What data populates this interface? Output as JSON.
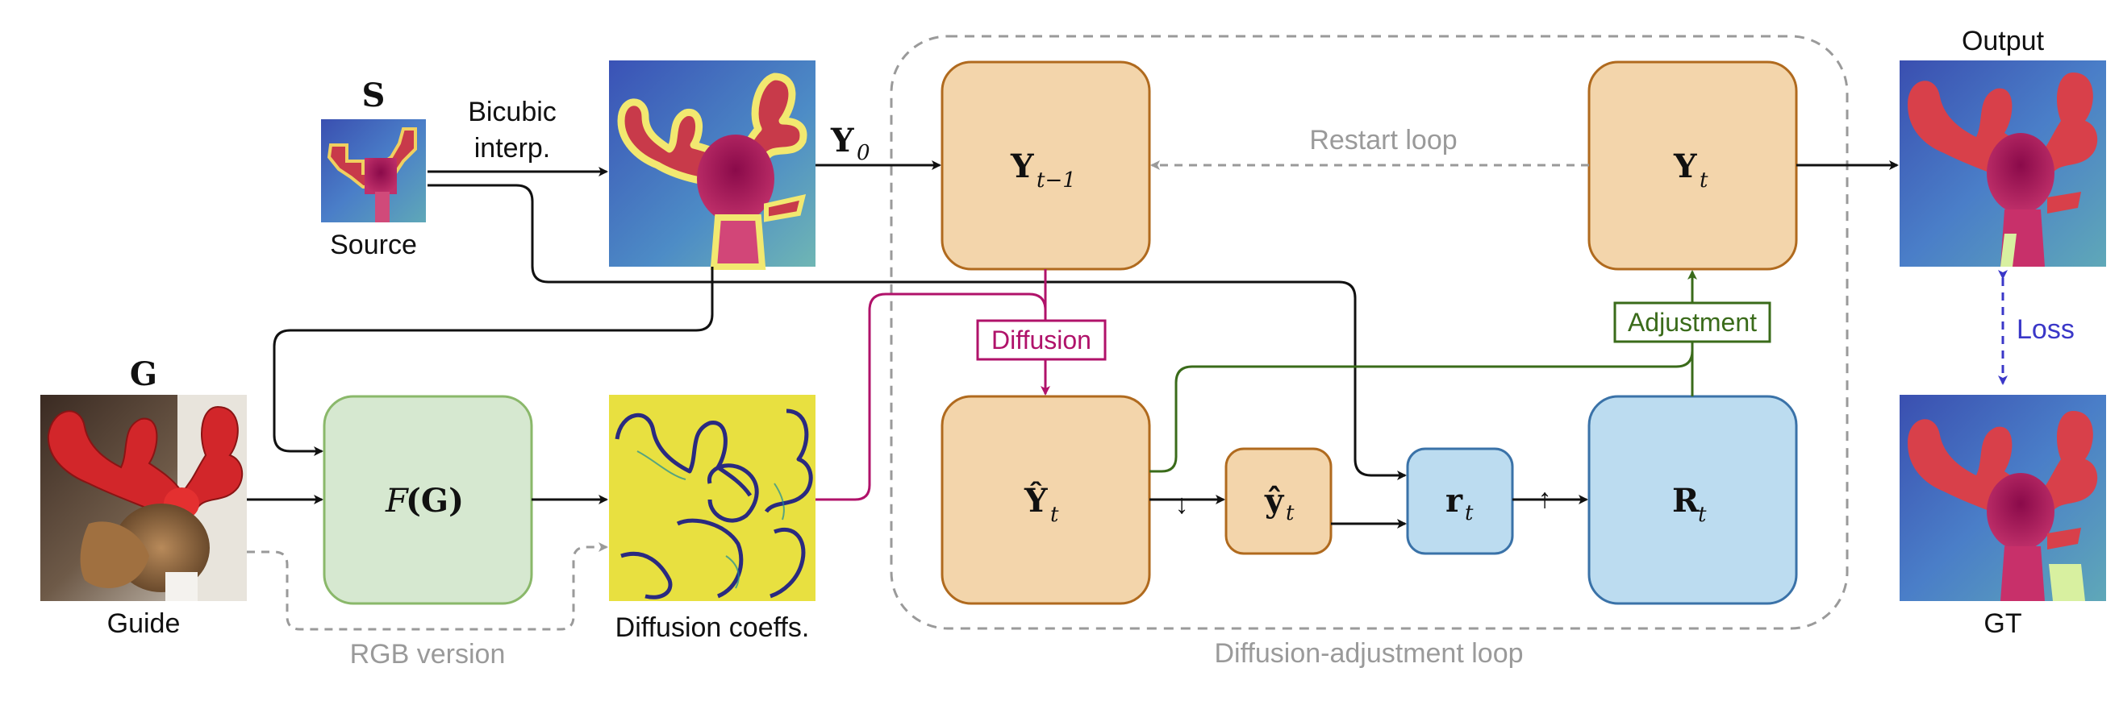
{
  "labels": {
    "source_symbol": "S",
    "source": "Source",
    "bicubic_line1": "Bicubic",
    "bicubic_line2": "interp.",
    "y0": "Y",
    "y0_sub": "0",
    "guide_symbol": "G",
    "guide": "Guide",
    "fg_prefix": "F",
    "fg_arg": "(G)",
    "diffusion_coeffs": "Diffusion coeffs.",
    "rgb_version": "RGB version",
    "y_tm1": "Y",
    "y_tm1_sub": "t−1",
    "restart_loop": "Restart loop",
    "y_t": "Y",
    "y_t_sub": "t",
    "diffusion": "Diffusion",
    "adjustment": "Adjustment",
    "yhat_big": "Ŷ",
    "yhat_big_sub": "t",
    "yhat_small": "ŷ",
    "yhat_small_sub": "t",
    "r_small": "r",
    "r_small_sub": "t",
    "r_big": "R",
    "r_big_sub": "t",
    "down_arrow": "↓",
    "up_arrow": "↑",
    "loop_label": "Diffusion-adjustment loop",
    "output": "Output",
    "gt": "GT",
    "loss": "Loss"
  },
  "colors": {
    "orange_fill": "#f3d5ab",
    "orange_stroke": "#b06a1e",
    "blue_fill": "#bcdcf0",
    "blue_stroke": "#3a72a8",
    "green_fill": "#d6e8d0",
    "green_stroke": "#8ab86a",
    "magenta": "#b0126a",
    "adjust_green": "#3a6b1a",
    "gray": "#9a9a9a",
    "loss_blue": "#3a37c8"
  }
}
